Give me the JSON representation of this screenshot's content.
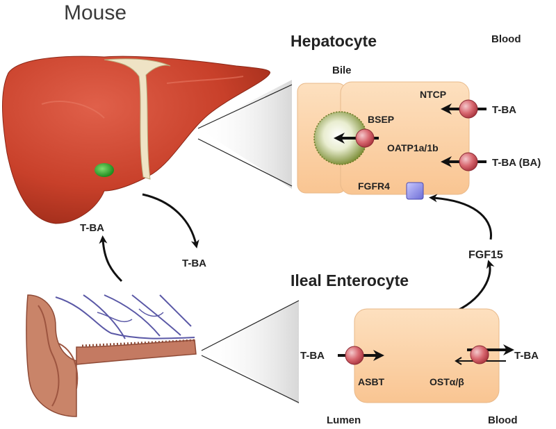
{
  "title": "Mouse",
  "hepatocyte": {
    "heading": "Hepatocyte",
    "bile_label": "Bile",
    "blood_label": "Blood",
    "ntcp": "NTCP",
    "bsep": "BSEP",
    "oatp": "OATP1a/1b",
    "fgfr4": "FGFR4",
    "tba_in": "T-BA",
    "tba_ba_in": "T-BA (BA)"
  },
  "circulation": {
    "tba_left": "T-BA",
    "tba_right": "T-BA",
    "fgf15": "FGF15"
  },
  "enterocyte": {
    "heading": "Ileal Enterocyte",
    "tba_lumen": "T-BA",
    "asbt": "ASBT",
    "ost": "OSTα/β",
    "tba_blood": "T-BA",
    "lumen_label": "Lumen",
    "blood_label": "Blood"
  },
  "colors": {
    "liver": "#c8402a",
    "gallbladder": "#2e9f2e",
    "cell_fill": "#fcd3a8",
    "transporter": "#d05b63",
    "receptor": "#8e8ee6",
    "vesicle": "#7d8f2c",
    "intestine": "#b56c55",
    "vessels": "#5a58a6"
  },
  "icons": [
    "liver-illustration",
    "intestine-illustration",
    "gallbladder",
    "bile-vesicle",
    "transporter-circle",
    "receptor-square"
  ]
}
